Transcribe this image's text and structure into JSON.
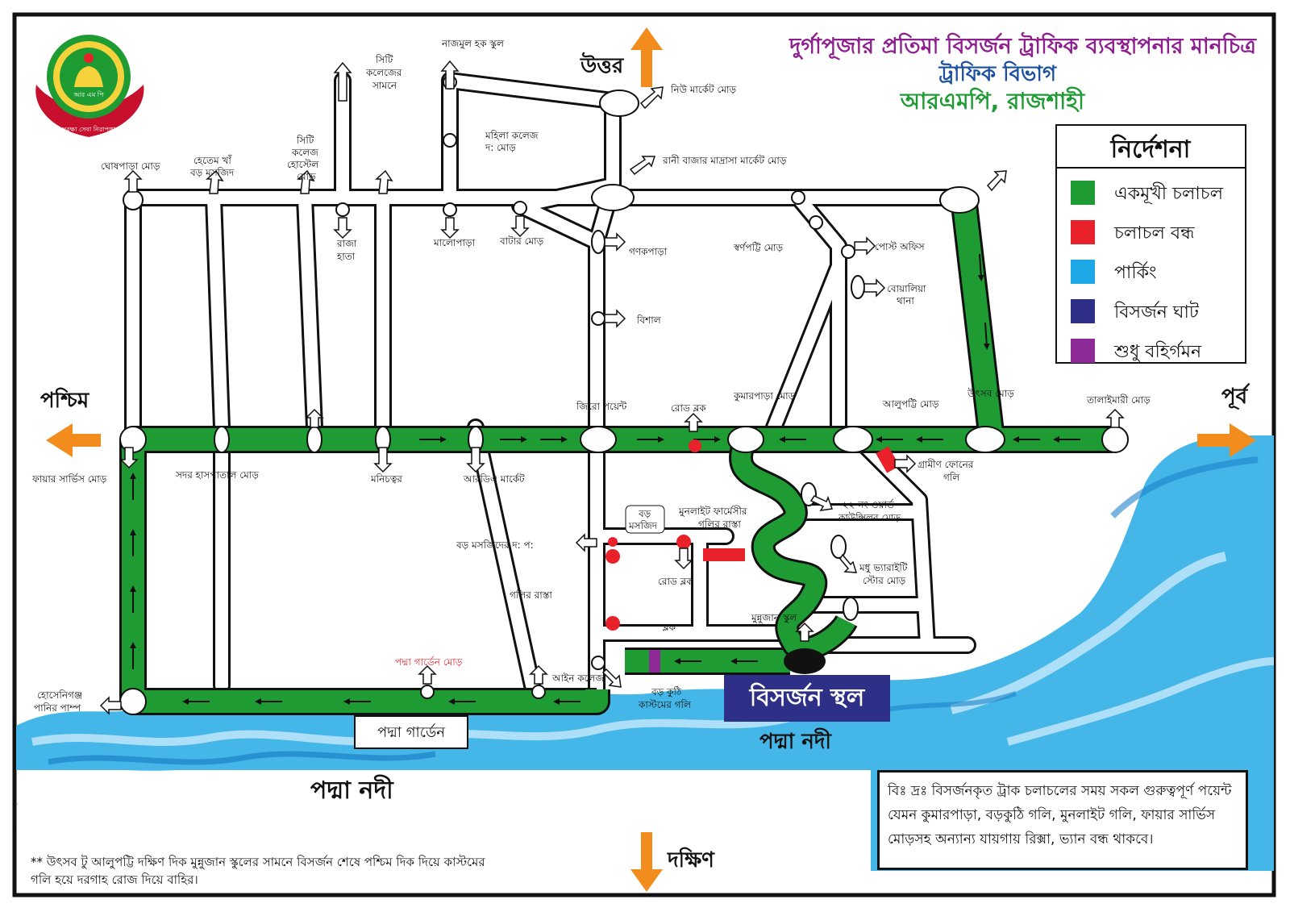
{
  "title": {
    "main": "দুর্গাপূজার প্রতিমা বিসর্জন ট্রাফিক ব্যবস্থাপনার মানচিত্র",
    "dept": "ট্রাফিক বিভাগ",
    "org": "আরএমপি, রাজশাহী"
  },
  "logo": {
    "text_center": "আর এম পি",
    "motto": "সুরক্ষা সেবা নিরাপত্তা"
  },
  "directions": {
    "north": "উত্তর",
    "south": "দক্ষিণ",
    "east": "পূর্ব",
    "west": "পশ্চিম"
  },
  "legend": {
    "title": "নির্দেশনা",
    "items": [
      {
        "label": "একমূখী চলাচল",
        "color": "#1f9b34"
      },
      {
        "label": "চলাচল বন্ধ",
        "color": "#e8212b"
      },
      {
        "label": "পার্কিং",
        "color": "#1ea7e6"
      },
      {
        "label": "বিসর্জন ঘাট",
        "color": "#2e2f86"
      },
      {
        "label": "শুধু বহির্গমন",
        "color": "#8e2a98"
      }
    ]
  },
  "places": {
    "ghoshpara": "ঘোষপাড়া মোড়",
    "hetem1": "হেতেম খাঁ",
    "hetem2": "বড় মসজিদ",
    "cch1": "সিটি",
    "cch2": "কলেজ",
    "cch3": "হোস্টেল",
    "cch4": "মোড়",
    "cf1": "সিটি",
    "cf2": "কলেজের",
    "cf3": "সামনে",
    "raja1": "রাজা",
    "raja2": "হাতা",
    "najmul": "নাজমুল হক স্কুল",
    "mohila1": "মহিলা কলেজ",
    "mohila2": "দ: মোড়",
    "malopara": "মালোপাড়া",
    "batar": "বাটার মোড়",
    "uttor": "উত্তর",
    "newmarket": "নিউ মার্কেট মোড়",
    "ranibazar": "রানী বাজার মাদ্রাসা মার্কেট মোড়",
    "ganakpara": "গণকপাড়া",
    "bishal": "বিশাল",
    "swarnapatti": "স্বর্ণপট্টি মোড়",
    "postoffice": "পোস্ট অফিস",
    "boalia1": "বোয়ালিয়া",
    "boalia2": "থানা",
    "zeropoint": "জিরো পয়েন্ট",
    "roadblock1": "রোড ব্লক",
    "kumarpara": "কুমারপাড়া মোড়",
    "alupatti": "আলুপট্টি মোড়",
    "utsab": "উৎসব মোড়",
    "talaimari": "তালাইমারী মোড়",
    "fireservice": "ফায়ার সার্ভিস মোড়",
    "sadar": "সদর হাসপাতাল মোড়",
    "monichottor": "মনিচত্বর",
    "rda": "আরডিএ মার্কেট",
    "grameen1": "গ্রামীণ ফোনের",
    "grameen2": "গলি",
    "boromosjid1": "বড়",
    "boromosjid2": "মসজিদ",
    "moonlight1": "মুনলাইট ফার্মেসীর",
    "moonlight2": "গলির রাস্তা",
    "ward1": "২২ নং ওয়ার্ড",
    "ward2": "কাউন্সিলর মোড়",
    "boromosjidsouth": "বড় মসজিদের দ: প:",
    "golir": "গলির রাস্তা",
    "roadblock2": "রোড ব্লক",
    "madhu1": "মধু ভ্যারাইটি",
    "madhu2": "স্টোর মোড়",
    "munnujan": "মুন্নুজান স্কুল",
    "block": "ব্লক",
    "padmagardenmor": "পদ্মা গার্ডেন মোড়",
    "lawcollege": "আইন কলেজ",
    "borokuthi1": "বড় কুঠি",
    "borokuthi2": "কাস্টমের গলি",
    "hosenigonj1": "হোসেনিগঞ্জ",
    "hosenigonj2": "পানির পাম্প",
    "padmagarden": "পদ্মা গার্ডেন",
    "padmanodi1": "পদ্মা নদী",
    "padmanodi2": "পদ্মা নদী"
  },
  "immersion_site": "বিসর্জন স্থল",
  "note": "বিঃ দ্রঃ বিসর্জনকৃত ট্রাক চলাচলের সময় সকল গুরুত্বপূর্ণ পয়েন্ট যেমন কুমারপাড়া, বড়কুঠি গলি, মুনলাইট গলি, ফায়ার সার্ভিস মোড়সহ অন্যান্য যায়গায় রিক্সা, ভ্যান বন্ধ থাকবে।",
  "footnote": "** উৎসব টু আলুপট্টি দক্ষিণ দিক মুন্নুজান স্কুলের সামনে বিসর্জন শেষে পশ্চিম দিক দিয়ে কাস্টমের গলি হয়ে দরগাহ রোজ দিয়ে বাহির।"
}
